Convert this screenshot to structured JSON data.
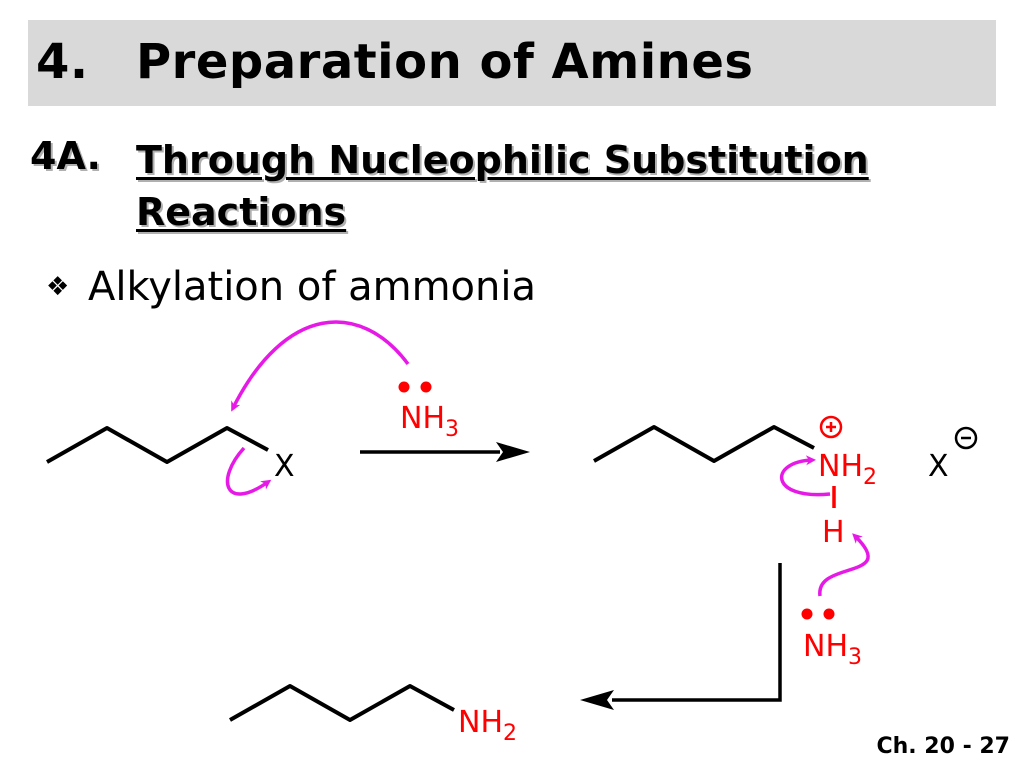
{
  "title": {
    "number": "4.",
    "text": "Preparation of Amines"
  },
  "subtitle": {
    "number": "4A.",
    "text_line1": "Through Nucleophilic Substitution",
    "text_line2": "Reactions"
  },
  "bullet": {
    "symbol": "❖",
    "text": "Alkylation of ammonia"
  },
  "scheme": {
    "reactant_leaving_group": "X",
    "reagent_1": {
      "main": "NH",
      "sub": "3"
    },
    "intermediate_ammonium": {
      "main": "NH",
      "sub": "2"
    },
    "intermediate_hydrogen": "H",
    "counter_ion": "X",
    "reagent_2": {
      "main": "NH",
      "sub": "3"
    },
    "product": {
      "main": "NH",
      "sub": "2"
    }
  },
  "footer": {
    "page": "Ch. 20 - 27"
  },
  "colors": {
    "red": "#ff0000",
    "magenta": "#e619e6",
    "title_bg": "#d9d9d9"
  }
}
